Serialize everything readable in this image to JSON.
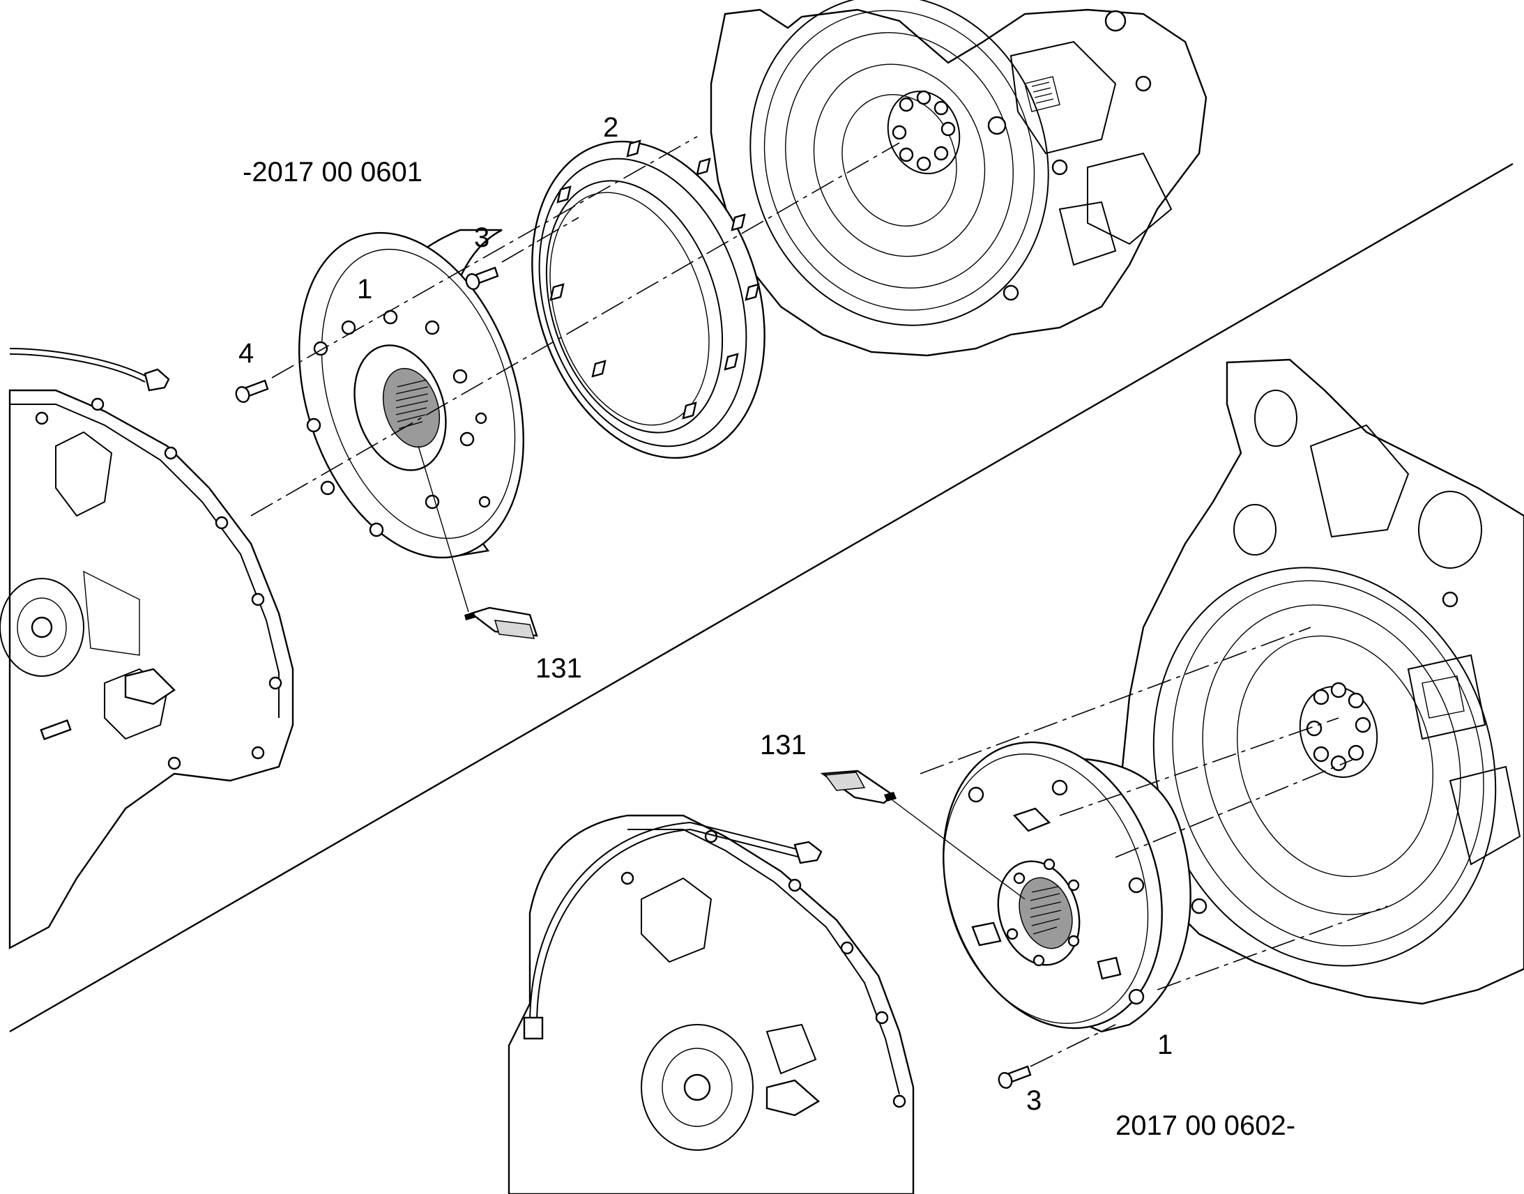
{
  "diagram": {
    "upper_view": {
      "drawing_number": "-2017 00 0601",
      "callouts": [
        "2",
        "3",
        "1",
        "4",
        "131"
      ]
    },
    "lower_view": {
      "drawing_number": "2017 00 0602-",
      "callouts": [
        "131",
        "1",
        "3"
      ]
    }
  }
}
